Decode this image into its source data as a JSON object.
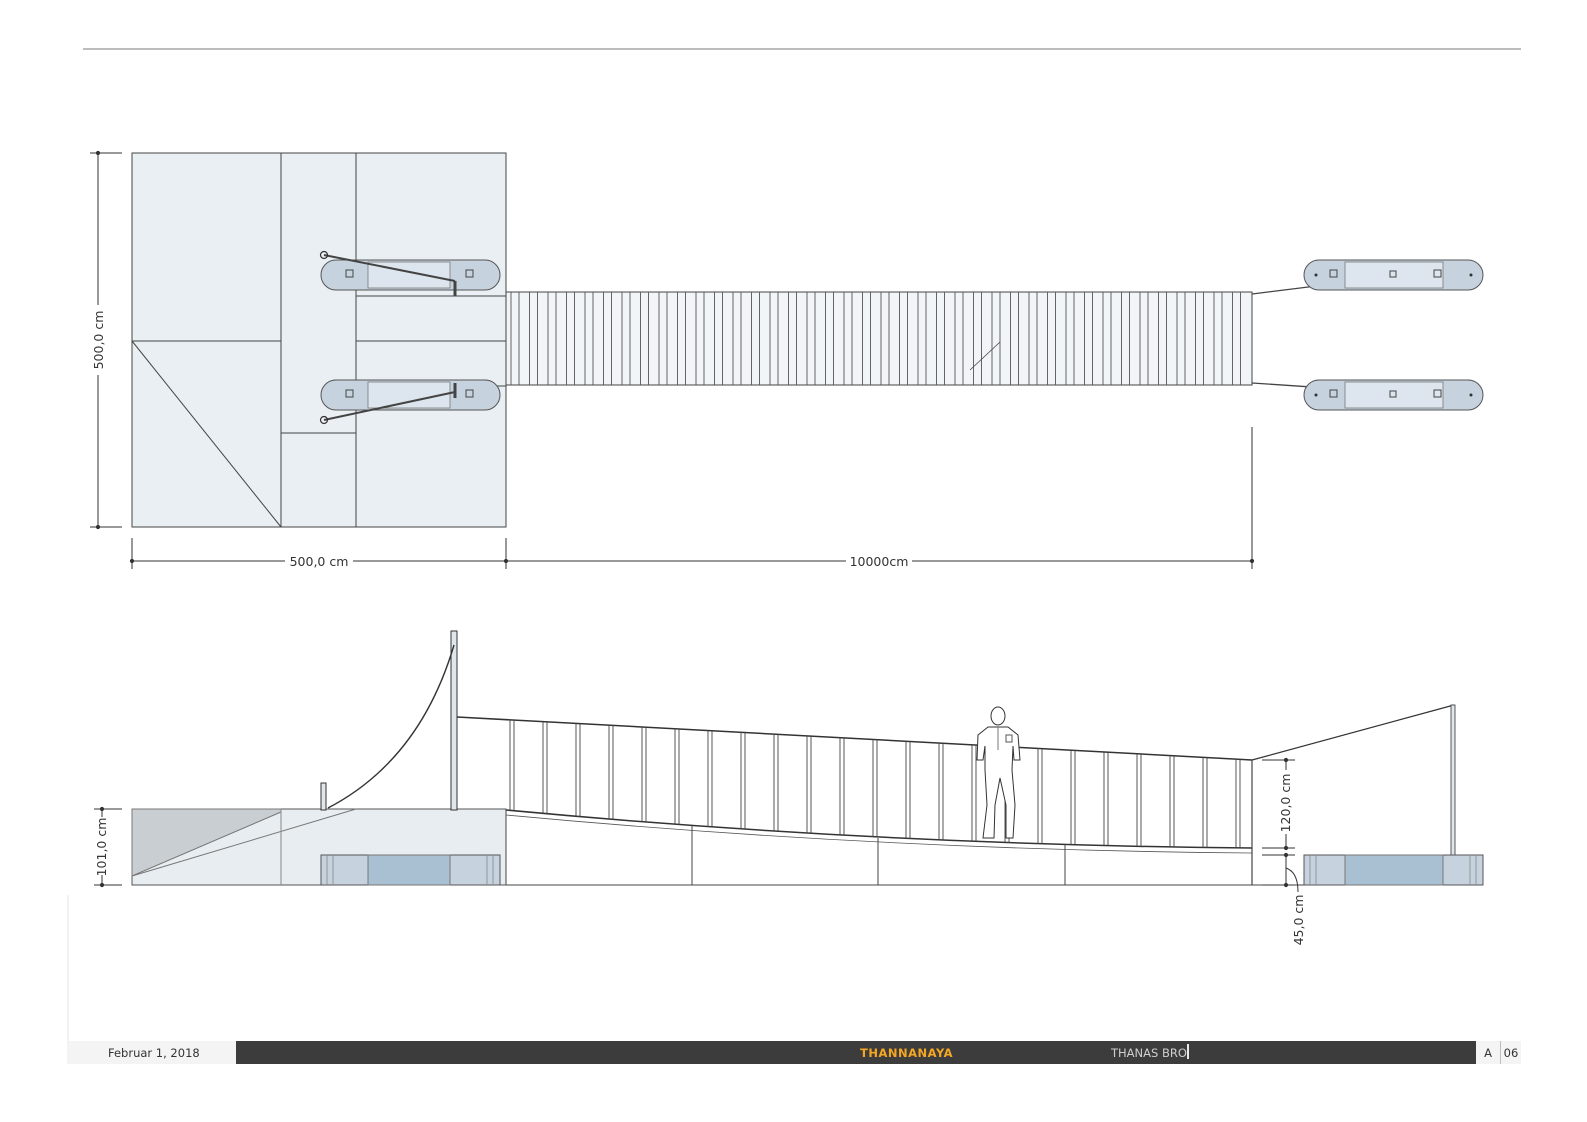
{
  "plan_view": {
    "width_dimension": "500,0 cm",
    "depth_dimension": "500,0 cm",
    "bridge_length_dimension": "10000cm"
  },
  "elevation_view": {
    "platform_height_dimension": "101,0 cm",
    "railing_height_dimension": "120,0 cm",
    "pontoon_clearance_dimension": "45,0 cm"
  },
  "footer": {
    "date": "Februar 1, 2018",
    "project": "THANNANAYA",
    "client": "THANAS BRO",
    "format": "A",
    "page": "06"
  },
  "colors": {
    "line": "#3a3a3a",
    "panel_fill": "#eaeff3",
    "pontoon_fill": "#c6d3df",
    "accent": "#f5a623",
    "footer_bar": "#3c3c3c"
  }
}
